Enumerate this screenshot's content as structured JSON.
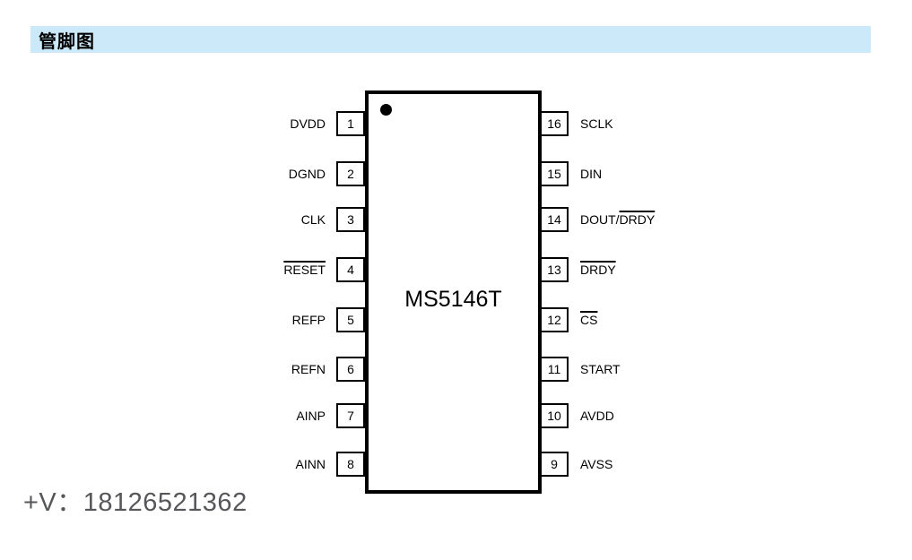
{
  "page": {
    "section_title": "管脚图"
  },
  "chip": {
    "name": "MS5146T"
  },
  "pins": {
    "left": [
      {
        "num": "1",
        "pre": "DVDD",
        "bar": ""
      },
      {
        "num": "2",
        "pre": "DGND",
        "bar": ""
      },
      {
        "num": "3",
        "pre": "CLK",
        "bar": ""
      },
      {
        "num": "4",
        "pre": "",
        "bar": "RESET"
      },
      {
        "num": "5",
        "pre": "REFP",
        "bar": ""
      },
      {
        "num": "6",
        "pre": "REFN",
        "bar": ""
      },
      {
        "num": "7",
        "pre": "AINP",
        "bar": ""
      },
      {
        "num": "8",
        "pre": "AINN",
        "bar": ""
      }
    ],
    "right": [
      {
        "num": "16",
        "pre": "SCLK",
        "bar": ""
      },
      {
        "num": "15",
        "pre": "DIN",
        "bar": ""
      },
      {
        "num": "14",
        "pre": "DOUT/",
        "bar": "DRDY"
      },
      {
        "num": "13",
        "pre": "",
        "bar": "DRDY"
      },
      {
        "num": "12",
        "pre": "",
        "bar": "CS"
      },
      {
        "num": "11",
        "pre": "START",
        "bar": ""
      },
      {
        "num": "10",
        "pre": "AVDD",
        "bar": ""
      },
      {
        "num": "9",
        "pre": "AVSS",
        "bar": ""
      }
    ]
  },
  "footer": {
    "contact": "+V：18126521362"
  },
  "colors": {
    "header_bg": "#cce9fa",
    "footer_text": "#56575a"
  }
}
